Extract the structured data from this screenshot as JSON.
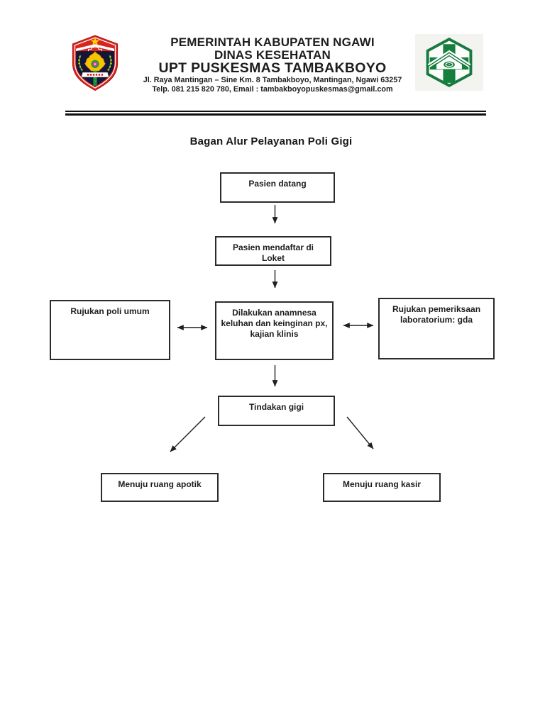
{
  "header": {
    "line1": "PEMERINTAH KABUPATEN NGAWI",
    "line2": "DINAS KESEHATAN",
    "line3": "UPT PUSKESMAS TAMBAKBOYO",
    "address": "Jl. Raya Mantingan – Sine Km. 8 Tambakboyo, Mantingan, Ngawi 63257",
    "contact": "Telp. 081 215 820 780, Email : tambakboyopuskesmas@gmail.com",
    "left_logo": "ngawi-regency-coat-of-arms",
    "right_logo": "puskesmas-green-cross-emblem"
  },
  "title": "Bagan Alur Pelayanan Poli Gigi",
  "flowchart": {
    "nodes": {
      "pasien_datang": {
        "lines": [
          "Pasien datang"
        ]
      },
      "mendaftar": {
        "lines": [
          "Pasien mendaftar di",
          "Loket"
        ]
      },
      "rujukan_poli": {
        "lines": [
          "Rujukan poli umum"
        ]
      },
      "anamnesa": {
        "lines": [
          "Dilakukan anamnesa",
          "keluhan dan keinginan px,",
          "kajian klinis"
        ]
      },
      "rujukan_lab": {
        "lines": [
          "Rujukan pemeriksaan",
          "laboratorium: gda"
        ]
      },
      "tindakan": {
        "lines": [
          "Tindakan gigi"
        ]
      },
      "apotik": {
        "lines": [
          "Menuju ruang apotik"
        ]
      },
      "kasir": {
        "lines": [
          "Menuju ruang kasir"
        ]
      }
    },
    "connections": [
      {
        "from": "pasien_datang",
        "to": "mendaftar",
        "type": "arrow-down"
      },
      {
        "from": "mendaftar",
        "to": "anamnesa",
        "type": "arrow-down"
      },
      {
        "from": "rujukan_poli",
        "to": "anamnesa",
        "type": "double-arrow"
      },
      {
        "from": "anamnesa",
        "to": "rujukan_lab",
        "type": "double-arrow"
      },
      {
        "from": "anamnesa",
        "to": "tindakan",
        "type": "arrow-down"
      },
      {
        "from": "tindakan",
        "to": "apotik",
        "type": "diagonal-arrow"
      },
      {
        "from": "tindakan",
        "to": "kasir",
        "type": "diagonal-arrow"
      }
    ]
  },
  "colors": {
    "text": "#1d1d1d",
    "box_border": "#2b2b2b",
    "rule_black": "#101010",
    "shield_red": "#d6251d",
    "star_yellow": "#ffd200",
    "shield_navy": "#15153a",
    "emblem_yellow": "#f7c500",
    "emblem_green": "#1e9e3c",
    "emblem_magenta": "#e0418f",
    "puskesmas_green": "#177a3e",
    "logo_background_gray": "#f3f3f0"
  }
}
